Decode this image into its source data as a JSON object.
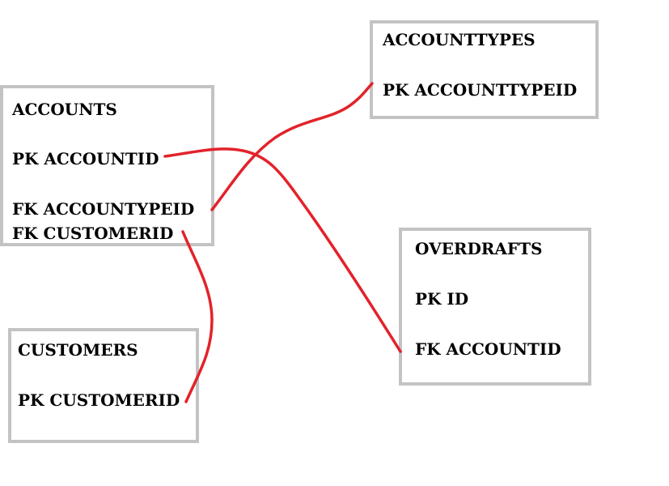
{
  "diagram": {
    "entities": {
      "accounts": {
        "title": "ACCOUNTS",
        "fields": [
          "PK ACCOUNTID",
          "FK ACCOUNTYPEID",
          "FK CUSTOMERID"
        ]
      },
      "accounttypes": {
        "title": "ACCOUNTTYPES",
        "fields": [
          "PK ACCOUNTTYPEID"
        ]
      },
      "overdrafts": {
        "title": "OVERDRAFTS",
        "fields": [
          "PK ID",
          "FK ACCOUNTID"
        ]
      },
      "customers": {
        "title": "CUSTOMERS",
        "fields": [
          "PK CUSTOMERID"
        ]
      }
    },
    "relationships": [
      {
        "from": "accounts.PK ACCOUNTID",
        "to": "overdrafts.FK ACCOUNTID"
      },
      {
        "from": "accounts.FK ACCOUNTYPEID",
        "to": "accounttypes.PK ACCOUNTTYPEID"
      },
      {
        "from": "accounts.FK CUSTOMERID",
        "to": "customers.PK CUSTOMERID"
      }
    ],
    "colors": {
      "box_border": "#c3c3c3",
      "connector": "#e3222a",
      "text": "#000000"
    }
  }
}
